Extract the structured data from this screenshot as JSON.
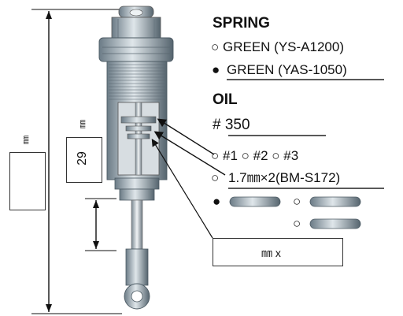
{
  "spring": {
    "heading": "SPRING",
    "option1": "○ GREEN (YS-A1200)",
    "option2_marker": "●",
    "option2": "GREEN (YAS-1050)"
  },
  "oil": {
    "heading": "OIL",
    "value": "# 350"
  },
  "pistons": {
    "options": "○ #1 ○ #2 ○ #3",
    "alt_marker": "○",
    "alt": "1.7㎜×2(BM-S172)"
  },
  "spacers": {
    "marker_filled": "●",
    "marker_empty_1": "○",
    "marker_empty_2": "○"
  },
  "dimensions": {
    "overall_unit": "㎜",
    "stroke_unit": "㎜",
    "stroke_value": "29",
    "bottom_box": "㎜ x"
  },
  "colors": {
    "accent_shock": "#8a9aa6",
    "spring": "#5f7f8f"
  }
}
